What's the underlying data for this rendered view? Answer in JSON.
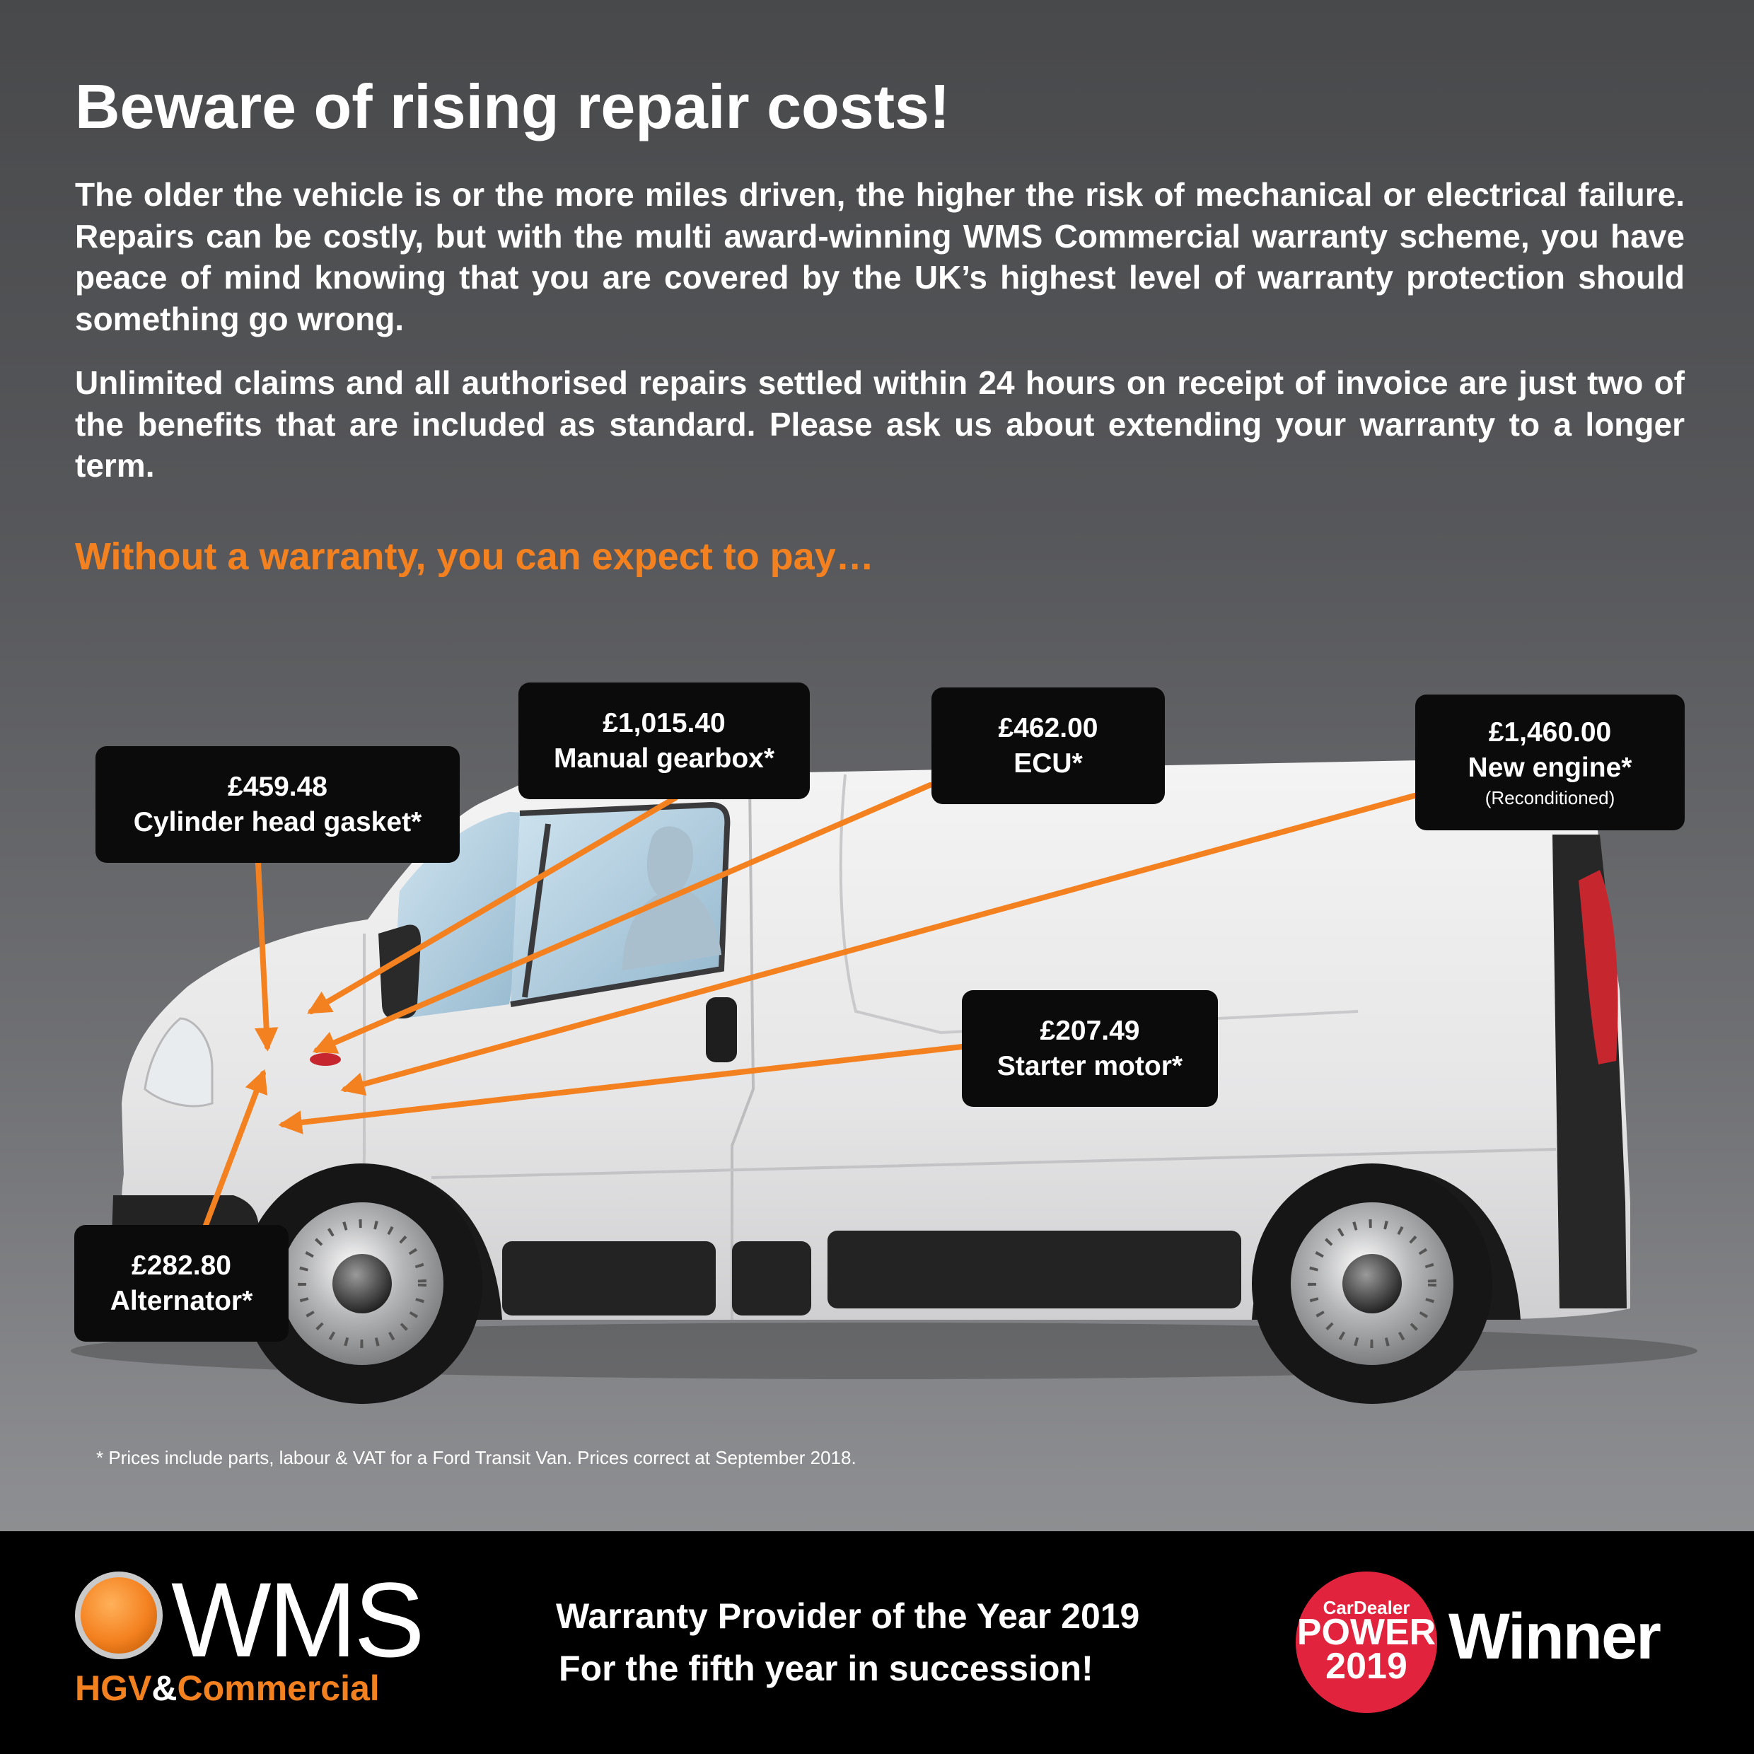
{
  "heading": "Beware of rising repair costs!",
  "paragraphs": [
    "The older the vehicle is or the more miles driven, the higher the risk of mechanical or electrical failure. Repairs can be costly, but with the multi award-winning WMS Commercial warranty scheme, you have peace of mind knowing that you are covered by the UK’s highest level of warranty protection should something go wrong.",
    "Unlimited claims and all authorised repairs settled within 24 hours on receipt of invoice are just two of the benefits that are included as standard. Please ask us about extending your warranty to a longer term."
  ],
  "subheading": "Without a warranty, you can expect to pay…",
  "costs": [
    {
      "price": "£459.48",
      "part": "Cylinder head gasket*"
    },
    {
      "price": "£1,015.40",
      "part": "Manual gearbox*"
    },
    {
      "price": "£462.00",
      "part": "ECU*"
    },
    {
      "price": "£1,460.00",
      "part": "New engine*",
      "note": "(Reconditioned)"
    },
    {
      "price": "£207.49",
      "part": "Starter motor*"
    },
    {
      "price": "£282.80",
      "part": "Alternator*"
    }
  ],
  "footnote": "* Prices include parts, labour & VAT for a Ford Transit Van. Prices correct at September 2018.",
  "footer": {
    "logo_name": "WMS",
    "logo_sub_1": "HGV",
    "logo_sub_amp": "&",
    "logo_sub_2": "Commercial",
    "award_line_1": "Warranty Provider of the Year 2019",
    "award_line_2": "For the fifth year in succession!",
    "badge_brand": "CarDealer",
    "badge_title": "POWER",
    "badge_year": "2019",
    "winner": "Winner"
  },
  "colors": {
    "accent": "#f48120",
    "label_bg": "#0b0b0b",
    "badge": "#e2233d",
    "footer_bg": "#000000"
  }
}
